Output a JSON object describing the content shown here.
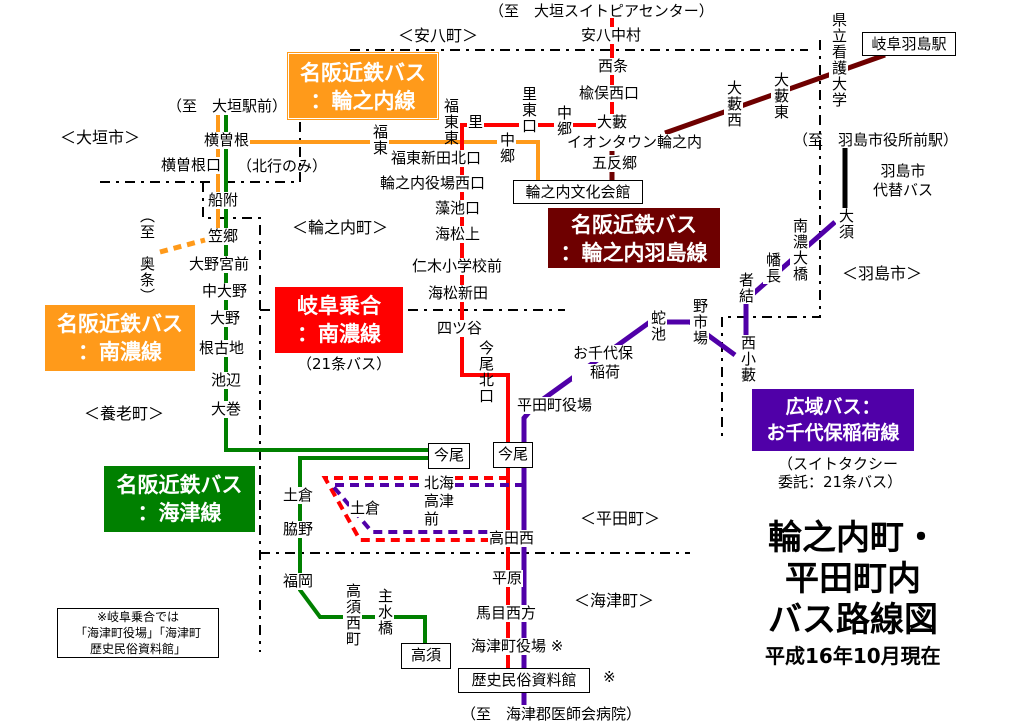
{
  "title": {
    "line1": "輪之内町・",
    "line2": "平田町内",
    "line3": "バス路線図",
    "date": "平成16年10月現在"
  },
  "areas": {
    "anpachi": "＜安八町＞",
    "ogaki": "＜大垣市＞",
    "wanouchi": "＜輪之内町＞",
    "yoro": "＜養老町＞",
    "hashima": "＜羽島市＞",
    "hirata": "＜平田町＞",
    "kaizu": "＜海津町＞"
  },
  "routes": {
    "wanouchi": {
      "line1": "名阪近鉄バス",
      "line2": "：輪之内線",
      "color": "#FF9A1A"
    },
    "nanno_kintetsu": {
      "line1": "名阪近鉄バス",
      "line2": "：南濃線",
      "color": "#FF9A1A"
    },
    "nanno_gifu": {
      "line1": "岐阜乗合",
      "line2": "：南濃線",
      "note": "（21条バス）",
      "color": "#FF0000"
    },
    "wanouchi_hashima": {
      "line1": "名阪近鉄バス",
      "line2": "：輪之内羽島線",
      "color": "#6E0000"
    },
    "kaizu": {
      "line1": "名阪近鉄バス",
      "line2": "：海津線",
      "color": "#008000"
    },
    "ochiyobo": {
      "line1": "広域バス：",
      "line2": "お千代保稲荷線",
      "note1": "（スイトタクシー",
      "note2": "委託：21条バス）",
      "color": "#5000A8"
    },
    "hashima_alt": {
      "line1": "羽島市",
      "line2": "代替バス",
      "color": "#000000"
    }
  },
  "directions": {
    "suitopia": "（至　大垣スイトピアセンター）",
    "ogaki_st": "（至　大垣駅前）",
    "okujo": "（至　奥条）",
    "hashima_city": "（至　羽島市役所前駅）",
    "hospital": "（至　海津郡医師会病院）",
    "northbound_only": "（北行のみ）"
  },
  "stations": {
    "anpachi_nakamura": "安八中村",
    "saijo": "西条",
    "nirematsu": "楡俣西口",
    "oyabu": "大藪",
    "satohigashi_guchi": "里東口",
    "nakago1": "中郷",
    "sato": "里",
    "fukuhigashi_higashi": "福東東",
    "fukuhigashi": "福東",
    "nakago2": "中郷",
    "fukuhigashi_shinden": "福東新田北口",
    "yakuba_nishi": "輪之内役場西口",
    "moike": "藻池口",
    "mimatsu_kami": "海松上",
    "niki": "仁木小学校前",
    "mimatsu_shinden": "海松新田",
    "yotsuya": "四ツ谷",
    "imao_kita": "今尾北口",
    "aeon": "イオンタウン輪之内",
    "gotango": "五反郷",
    "bunka_kaikan": "輪之内文化会館",
    "oyabu_nishi": "大藪西",
    "oyabu_higashi": "大藪東",
    "kango_daigaku": "県立看護大学",
    "gifu_hashima": "岐阜羽島駅",
    "osu": "大須",
    "nanno_ohashi": "南濃大橋",
    "hatanaga": "幡長",
    "mono_yui": "者結",
    "noichiba": "野市場",
    "jaike": "蛇池",
    "nishi_koyabu": "西小藪",
    "ochiyobo1": "お千代保",
    "ochiyobo2": "稲荷",
    "hirata_yakuba": "平田町役場",
    "yokosone": "横曽根",
    "yokosone_guchi": "横曽根口",
    "funatsuki": "船附",
    "kasago": "笠郷",
    "ono_miyamae": "大野宮前",
    "naka_ono": "中大野",
    "ono": "大野",
    "nekochi": "根古地",
    "ikenobe": "池辺",
    "omaki": "大巻",
    "imao1": "今尾",
    "imao2": "今尾",
    "tsuchikura1": "土倉",
    "tsuchikura2": "土倉",
    "kaizu_kou_1": "北海",
    "kaizu_kou_2": "高津",
    "kaizu_kou_3": "前",
    "wakino": "脇野",
    "fukuoka": "福岡",
    "takasu_nishimachi": "高須西町",
    "mondobashi": "主水橋",
    "takasu": "高須",
    "takada_nishi": "高田西",
    "hirahara": "平原",
    "mame_nishikata": "馬目西方",
    "kaizu_yakuba": "海津町役場 ※",
    "rekishi": "歴史民俗資料館",
    "rekishi_mark": "※"
  },
  "note": {
    "line1": "※岐阜乗合では",
    "line2": "「海津町役場」「海津町",
    "line3": "歴史民俗資料館」"
  }
}
